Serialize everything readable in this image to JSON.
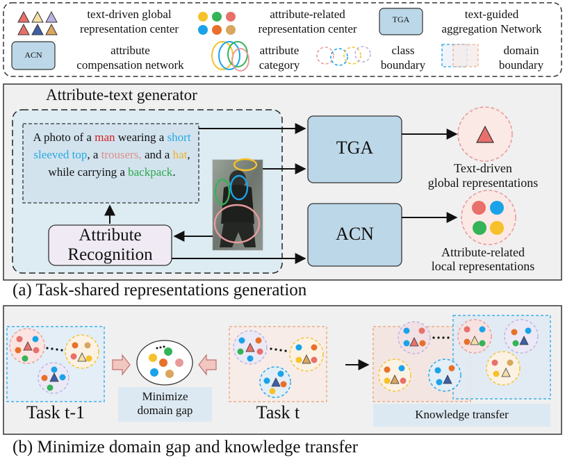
{
  "legend": {
    "text_center": [
      "text-driven global",
      "representation center"
    ],
    "attr_center": [
      "attribute-related",
      "representation center"
    ],
    "tga_abbr": "TGA",
    "tga_desc": [
      "text-guided",
      "aggregation Network"
    ],
    "acn_abbr": "ACN",
    "acn_desc": [
      "attribute",
      "compensation network"
    ],
    "attr_category": [
      "attribute",
      "category"
    ],
    "class_boundary": [
      "class",
      "boundary"
    ],
    "domain_boundary": [
      "domain",
      "boundary"
    ]
  },
  "part_a": {
    "generator_title": "Attribute-text generator",
    "sentence": {
      "p1": "A photo of a ",
      "man": "man",
      "p2": " wearing a ",
      "top": "short sleeved top",
      "p3": ", a ",
      "trousers": "trousers,",
      "p4": " and a ",
      "hat": "hat",
      "p5": ", while carrying a ",
      "backpack": "backpack",
      "p6": "."
    },
    "attr_recog": [
      "Attribute",
      "Recognition"
    ],
    "tga": "TGA",
    "acn": "ACN",
    "global_rep": [
      "Text-driven",
      "global representations"
    ],
    "local_rep": [
      "Attribute-related",
      "local representations"
    ],
    "caption": "(a) Task-shared representations generation"
  },
  "part_b": {
    "task_prev": "Task t-1",
    "minimize": [
      "Minimize",
      "domain gap"
    ],
    "task_cur": "Task t",
    "knowledge": "Knowledge transfer",
    "caption": "(b) Minimize domain gap and knowledge transfer"
  },
  "colors": {
    "red": "#e8706b",
    "blue": "#1aa3e8",
    "green": "#34b357",
    "orange": "#e8702a",
    "yellow": "#f6c12a",
    "pink": "#e89b9b",
    "navy": "#1f4e8c",
    "tan": "#d9a65e",
    "box_fill": "#bcd7e8",
    "panel_bg": "#f0f0f0"
  }
}
